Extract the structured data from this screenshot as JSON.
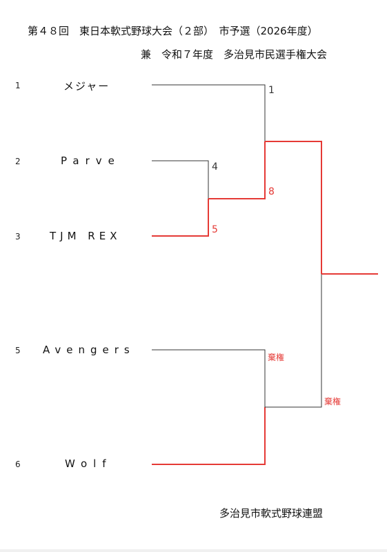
{
  "header": {
    "title_line1": "第４８回　東日本軟式野球大会（２部）　市予選（2026年度）",
    "title_line2": "兼　令和７年度　多治見市民選手権大会"
  },
  "teams": [
    {
      "seed": "1",
      "name": "メジャー"
    },
    {
      "seed": "2",
      "name": "Parve"
    },
    {
      "seed": "3",
      "name": "TJM REX"
    },
    {
      "seed": "5",
      "name": "Avengers"
    },
    {
      "seed": "6",
      "name": "Wolf"
    }
  ],
  "scores": {
    "majors_semifinal": "1",
    "parve_round1": "4",
    "tjmrex_round1": "5",
    "tjmrex_semifinal": "8",
    "avengers_round1": "棄権",
    "final_bottom": "棄権"
  },
  "footer": {
    "organization": "多治見市軟式野球連盟"
  },
  "colors": {
    "winner_line": "#e53935",
    "loser_line": "#333333"
  }
}
